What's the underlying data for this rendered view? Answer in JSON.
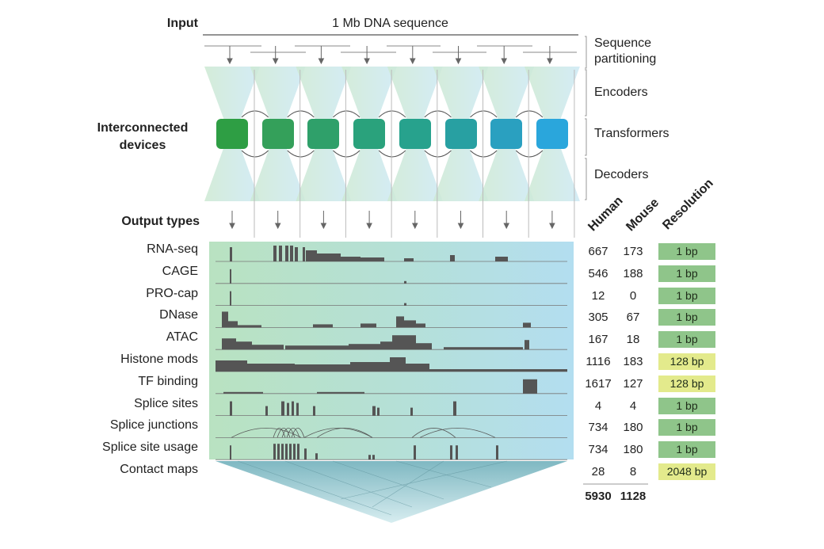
{
  "input_label": "Input",
  "sequence_label": "1 Mb DNA sequence",
  "stages": {
    "partitioning": "Sequence partitioning",
    "encoders": "Encoders",
    "transformers": "Transformers",
    "decoders": "Decoders"
  },
  "devices_label": "Interconnected devices",
  "device_colors": [
    "#2e9e44",
    "#34a05a",
    "#2fa06a",
    "#2aa27c",
    "#27a28d",
    "#28a0a2",
    "#2aa0c0",
    "#2aa6dc"
  ],
  "output_types_label": "Output types",
  "column_headers": {
    "human": "Human",
    "mouse": "Mouse",
    "resolution": "Resolution"
  },
  "outputs": [
    {
      "name": "RNA-seq",
      "human": "667",
      "mouse": "173",
      "resolution": "1 bp",
      "res_color": "green"
    },
    {
      "name": "CAGE",
      "human": "546",
      "mouse": "188",
      "resolution": "1 bp",
      "res_color": "green"
    },
    {
      "name": "PRO-cap",
      "human": "12",
      "mouse": "0",
      "resolution": "1 bp",
      "res_color": "green"
    },
    {
      "name": "DNase",
      "human": "305",
      "mouse": "67",
      "resolution": "1 bp",
      "res_color": "green"
    },
    {
      "name": "ATAC",
      "human": "167",
      "mouse": "18",
      "resolution": "1 bp",
      "res_color": "green"
    },
    {
      "name": "Histone mods",
      "human": "1116",
      "mouse": "183",
      "resolution": "128 bp",
      "res_color": "yellow"
    },
    {
      "name": "TF binding",
      "human": "1617",
      "mouse": "127",
      "resolution": "128 bp",
      "res_color": "yellow"
    },
    {
      "name": "Splice sites",
      "human": "4",
      "mouse": "4",
      "resolution": "1 bp",
      "res_color": "green"
    },
    {
      "name": "Splice junctions",
      "human": "734",
      "mouse": "180",
      "resolution": "1 bp",
      "res_color": "green"
    },
    {
      "name": "Splice site usage",
      "human": "734",
      "mouse": "180",
      "resolution": "1 bp",
      "res_color": "green"
    },
    {
      "name": "Contact maps",
      "human": "28",
      "mouse": "8",
      "resolution": "2048 bp",
      "res_color": "yellow"
    }
  ],
  "totals": {
    "human": "5930",
    "mouse": "1128"
  }
}
